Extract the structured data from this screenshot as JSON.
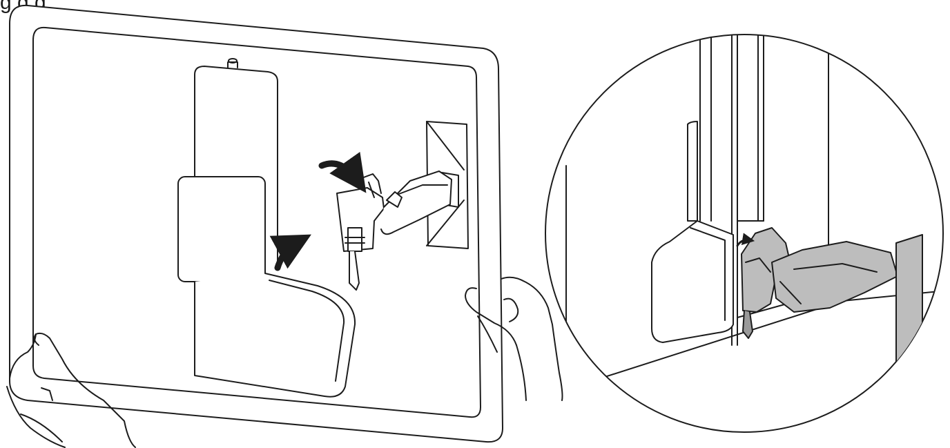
{
  "caption": {
    "partial_text": "g  g   g"
  },
  "colors": {
    "line": "#1c1c1c",
    "panel_fill": "#ffffff",
    "bracket_gray": "#bdbdbd",
    "bracket_gray_dark": "#9a9a9a",
    "background": "#ffffff"
  },
  "illustration": {
    "main_view": "panel-being-hung-on-wall-arm",
    "detail_view": "circular-magnified-hinge-detail",
    "arrows": [
      "rotate-arrow-top",
      "lift-arrow-left",
      "detail-arrow"
    ]
  }
}
